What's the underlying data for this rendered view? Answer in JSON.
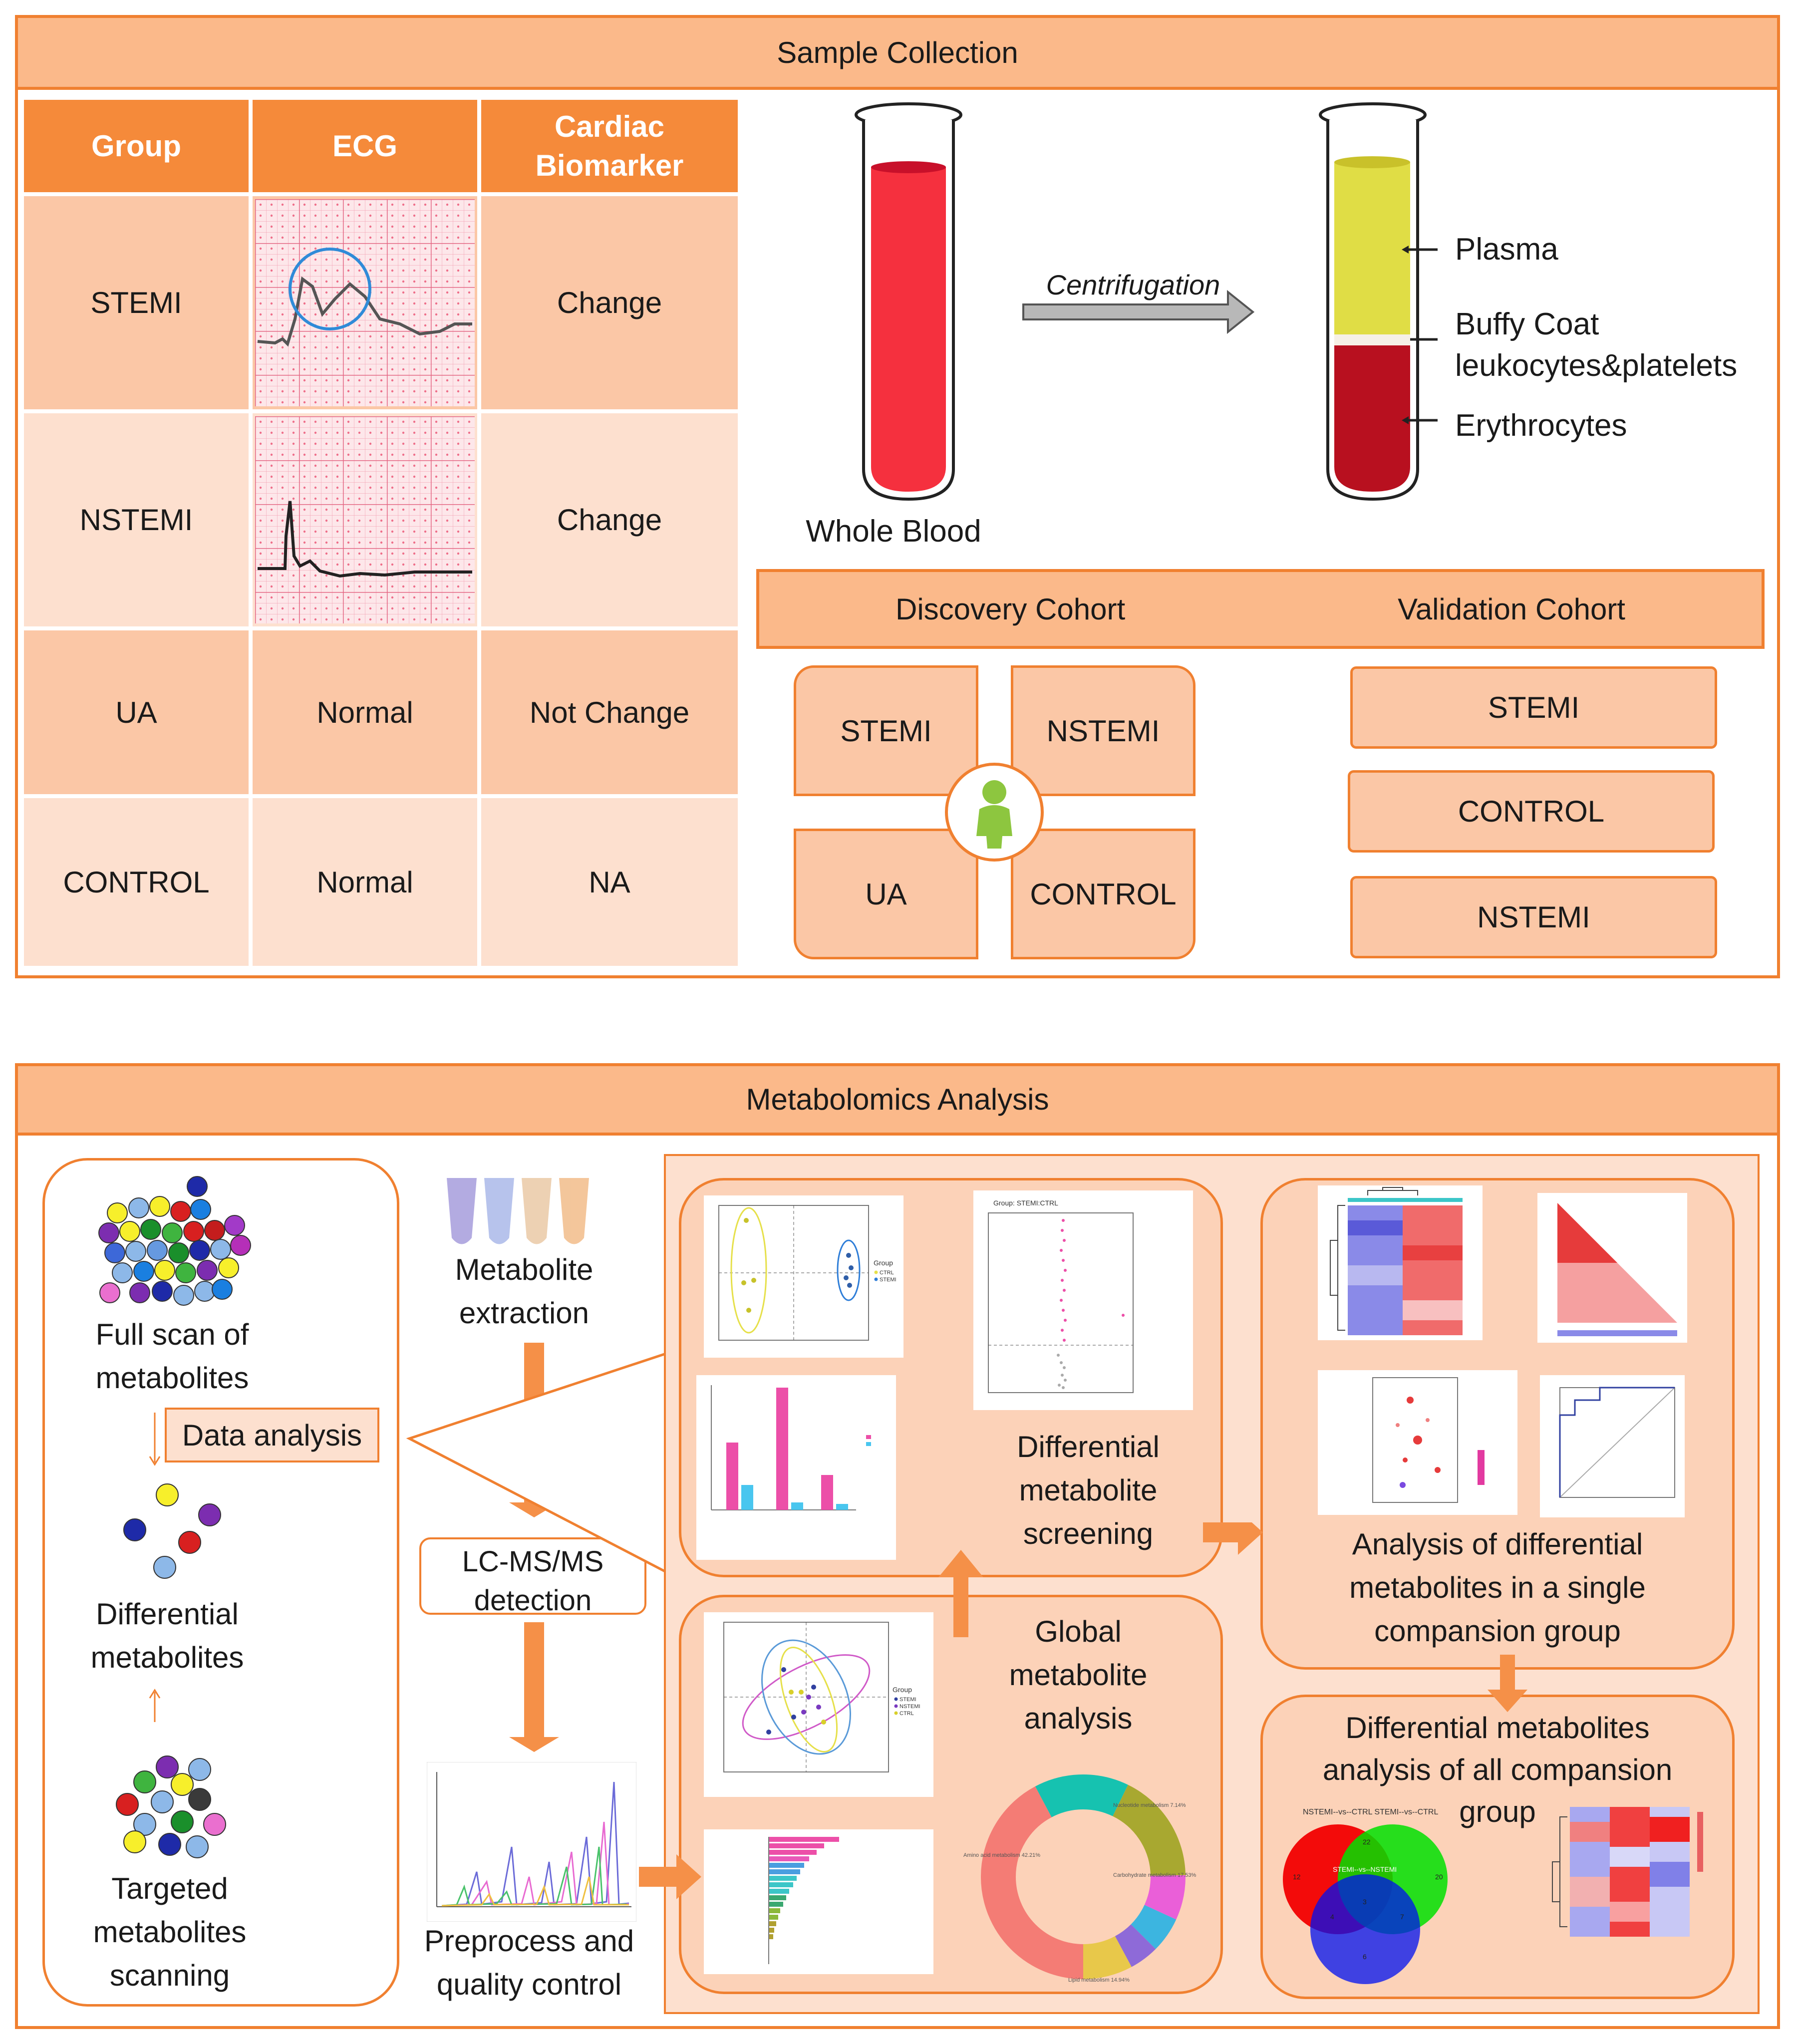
{
  "sample_collection": {
    "title": "Sample Collection",
    "table": {
      "headers": [
        "Group",
        "ECG",
        "Cardiac Biomarker"
      ],
      "rows": [
        {
          "group": "STEMI",
          "biomarker": "Change"
        },
        {
          "group": "NSTEMI",
          "biomarker": "Change"
        },
        {
          "group": "UA",
          "ecg": "Normal",
          "biomarker": "Not Change"
        },
        {
          "group": "CONTROL",
          "ecg": "Normal",
          "biomarker": "NA"
        }
      ]
    },
    "whole_blood_label": "Whole Blood",
    "centrifugation_label": "Centrifugation",
    "layers": {
      "plasma": "Plasma",
      "buffy_coat_line1": "Buffy Coat",
      "buffy_coat_line2": "leukocytes&platelets",
      "erythrocytes": "Erythrocytes"
    },
    "cohorts": {
      "discovery_title": "Discovery Cohort",
      "validation_title": "Validation Cohort",
      "discovery_groups": [
        "STEMI",
        "NSTEMI",
        "UA",
        "CONTROL"
      ],
      "validation_groups": [
        "STEMI",
        "CONTROL",
        "NSTEMI"
      ]
    }
  },
  "metabolomics": {
    "title": "Metabolomics Analysis",
    "left": {
      "full_scan": [
        "Full scan of",
        "metabolites"
      ],
      "data_analysis": "Data analysis",
      "differential": [
        "Differential",
        "metabolites"
      ],
      "targeted": [
        "Targeted",
        "metabolites",
        "scanning"
      ]
    },
    "middle": {
      "extraction": [
        "Metabolite",
        "extraction"
      ],
      "lcms": [
        "LC-MS/MS",
        "detection"
      ],
      "preprocess": [
        "Preprocess and",
        "quality control"
      ]
    },
    "right": {
      "differential_screening": [
        "Differential",
        "metabolite",
        "screening"
      ],
      "global_analysis": [
        "Global",
        "metabolite",
        "analysis"
      ],
      "single_group": [
        "Analysis of differential",
        "metabolites in a single",
        "compansion group"
      ],
      "all_groups": [
        "Differential metabolites",
        "analysis of all compansion",
        "group"
      ]
    },
    "mini_plot_text": {
      "volcano_title": "Group: STEMI:CTRL",
      "legend_group": "Group",
      "ctrl": "CTRL",
      "stemi": "STEMI",
      "nstemi": "NSTEMI",
      "venn_title": "NSTEMI--vs--CTRL STEMI--vs--CTRL",
      "venn_center": "STEMI--vs--NSTEMI",
      "venn_counts": [
        "12",
        "22",
        "20",
        "3",
        "4",
        "7",
        "6"
      ],
      "donut_labels": [
        "Amino acid metabolism 42.21%",
        "Carbohydrate metabolism 17.53%",
        "Lipid metabolism 14.94%",
        "Nucleotide metabolism 7.14%"
      ]
    }
  }
}
